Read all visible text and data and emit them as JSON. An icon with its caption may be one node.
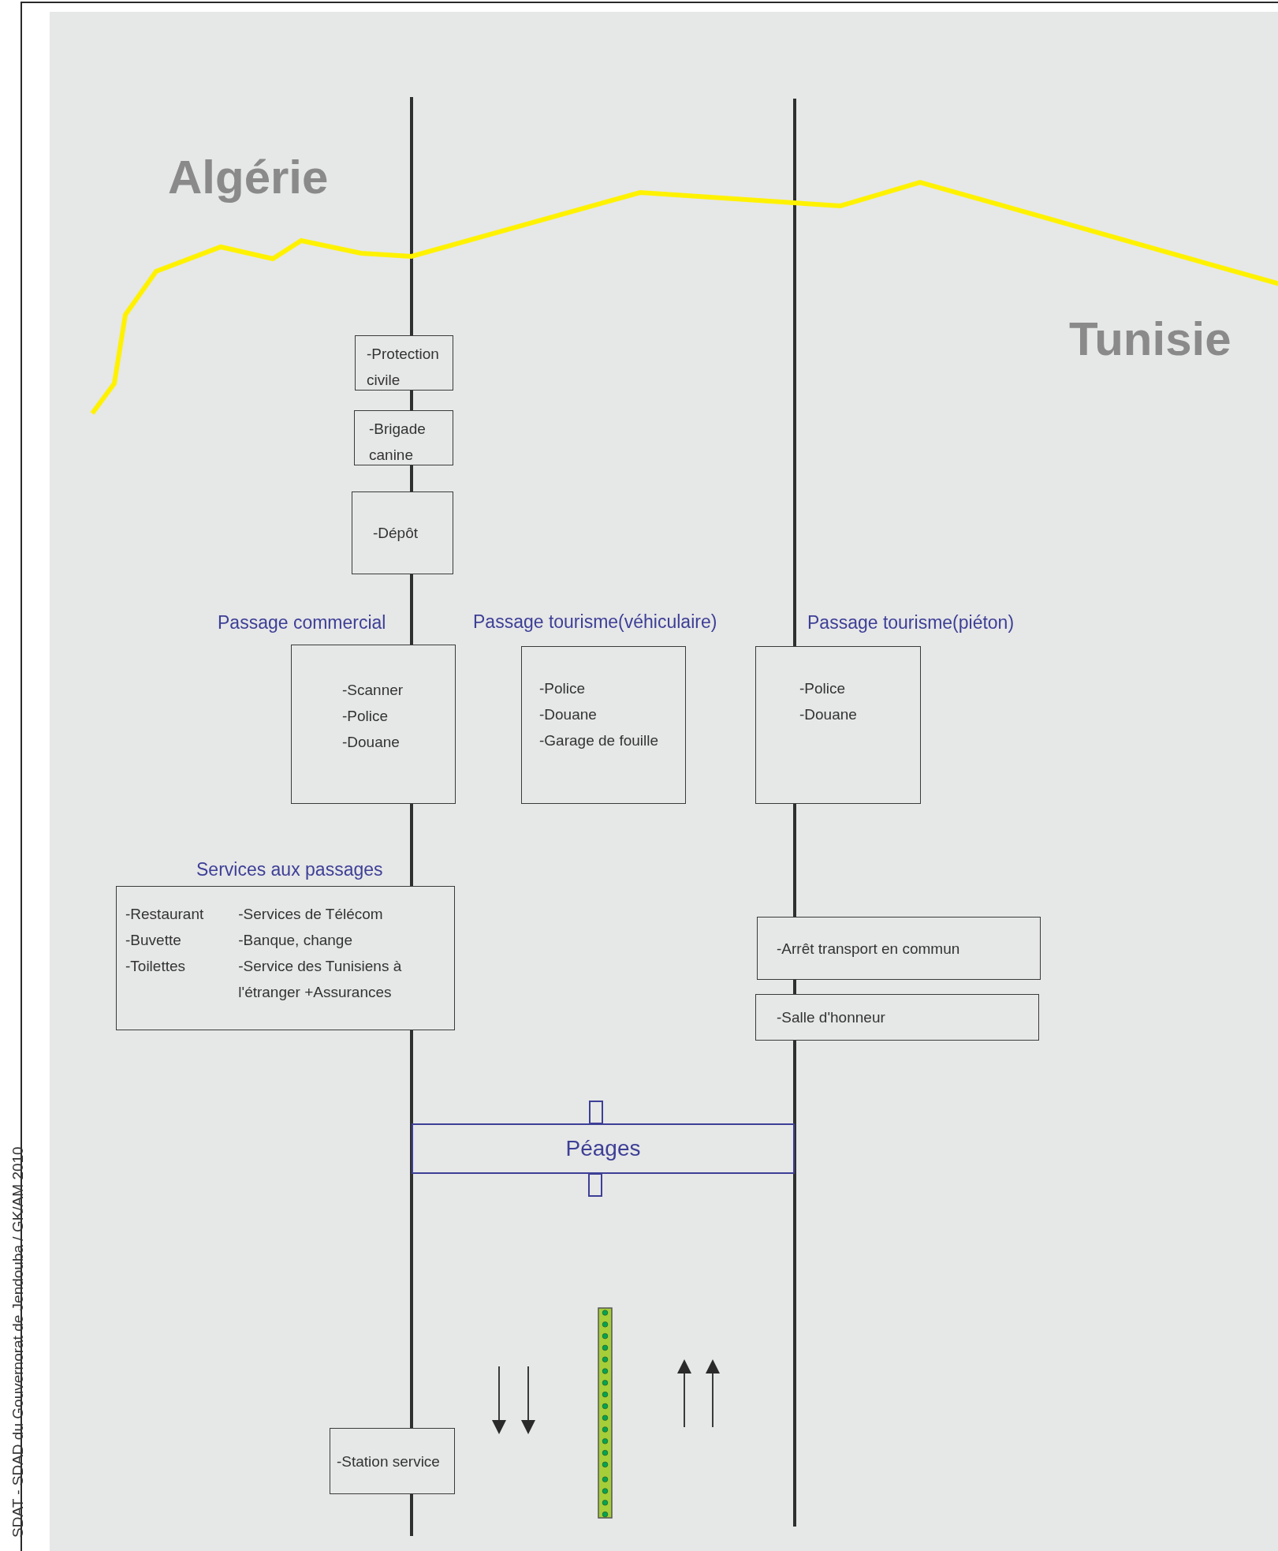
{
  "diagram": {
    "nodes": [
      {
        "text": [
          "-Protection civile"
        ]
      },
      {
        "text": [
          "-Brigade canine"
        ]
      },
      {
        "text": [
          "-Dépôt"
        ]
      },
      {
        "text": [
          "Passage commercial",
          "-Scanner",
          "-Police",
          "-Douane"
        ]
      },
      {
        "text": [
          "Passage tourisme(véhiculaire)",
          "-Police",
          "-Douane",
          "-Garage de fouille"
        ]
      },
      {
        "text": [
          "Passage tourisme(piéton)",
          "-Police",
          "-Douane"
        ]
      },
      {
        "text": [
          "Services aux passages",
          "-Restaurant",
          "-Buvette",
          "-Toilettes",
          "-Services de Télécom",
          "-Banque, change",
          "-Service des Tunisiens à l'étranger +Assurances"
        ]
      },
      {
        "text": [
          "-Arrêt transport en commun"
        ]
      },
      {
        "text": [
          "-Salle d'honneur"
        ]
      },
      {
        "text": [
          "Péages"
        ]
      },
      {
        "text": [
          "-Station service"
        ]
      }
    ],
    "labels": [
      "Algérie",
      "Tunisie",
      "SDAT - SDAD du Gouvernorat de Jendouba / GK/AM 2010"
    ]
  }
}
